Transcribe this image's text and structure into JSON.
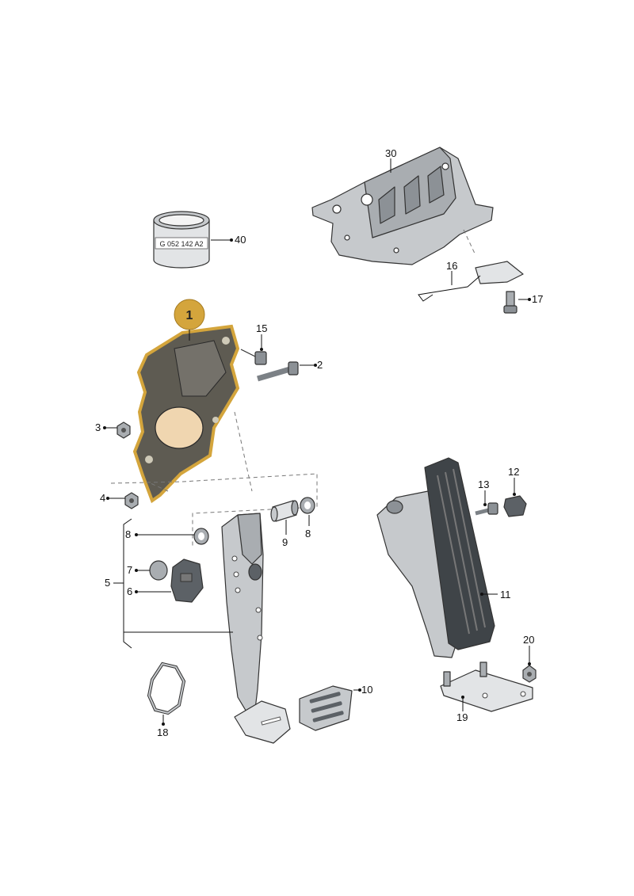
{
  "highlight": {
    "label": "1",
    "color": "#d4a53c"
  },
  "sealant_tube": {
    "text": "G 052 142 A2"
  },
  "callouts": {
    "c1": "1",
    "c2": "2",
    "c3": "3",
    "c4": "4",
    "c5": "5",
    "c6": "6",
    "c7": "7",
    "c8a": "8",
    "c8b": "8",
    "c9": "9",
    "c10": "10",
    "c11": "11",
    "c12": "12",
    "c13": "13",
    "c15": "15",
    "c16": "16",
    "c17": "17",
    "c18": "18",
    "c19": "19",
    "c20": "20",
    "c30": "30",
    "c40": "40"
  }
}
